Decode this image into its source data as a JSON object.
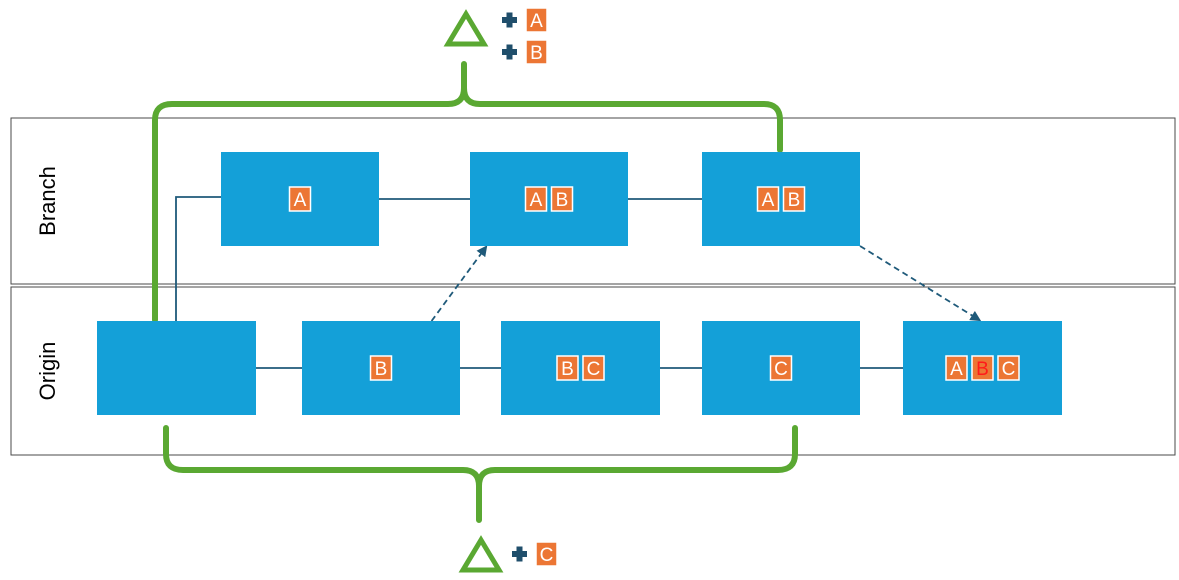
{
  "lanes": [
    {
      "id": "branch",
      "label": "Branch"
    },
    {
      "id": "origin",
      "label": "Origin"
    }
  ],
  "colors": {
    "commit_fill": "#14a0d8",
    "tag_fill": "#ec7634",
    "tag_border": "#ffffff",
    "tag_text": "#ffffff",
    "tag_text_conflict": "#ff1a1a",
    "connector": "#1f5a7a",
    "bracket": "#5aa832",
    "plus_icon": "#1f4e6b",
    "lane_border": "#4a4a4a"
  },
  "commits": [
    {
      "id": "origin-1",
      "lane": "origin",
      "tags": []
    },
    {
      "id": "origin-2",
      "lane": "origin",
      "tags": [
        {
          "text": "B"
        }
      ]
    },
    {
      "id": "origin-3",
      "lane": "origin",
      "tags": [
        {
          "text": "B"
        },
        {
          "text": "C"
        }
      ]
    },
    {
      "id": "origin-4",
      "lane": "origin",
      "tags": [
        {
          "text": "C"
        }
      ]
    },
    {
      "id": "origin-5",
      "lane": "origin",
      "tags": [
        {
          "text": "A"
        },
        {
          "text": "B",
          "conflict": true
        },
        {
          "text": "C"
        }
      ]
    },
    {
      "id": "branch-1",
      "lane": "branch",
      "tags": [
        {
          "text": "A"
        }
      ]
    },
    {
      "id": "branch-2",
      "lane": "branch",
      "tags": [
        {
          "text": "A"
        },
        {
          "text": "B"
        }
      ]
    },
    {
      "id": "branch-3",
      "lane": "branch",
      "tags": [
        {
          "text": "A"
        },
        {
          "text": "B"
        }
      ]
    }
  ],
  "connections": [
    {
      "from": "origin-1",
      "to": "origin-2",
      "style": "solid"
    },
    {
      "from": "origin-2",
      "to": "origin-3",
      "style": "solid"
    },
    {
      "from": "origin-3",
      "to": "origin-4",
      "style": "solid"
    },
    {
      "from": "origin-4",
      "to": "origin-5",
      "style": "solid"
    },
    {
      "from": "origin-1",
      "to": "branch-1",
      "style": "solid-elbow"
    },
    {
      "from": "branch-1",
      "to": "branch-2",
      "style": "solid"
    },
    {
      "from": "branch-2",
      "to": "branch-3",
      "style": "solid"
    },
    {
      "from": "origin-2",
      "to": "branch-2",
      "style": "dashed-arrow"
    },
    {
      "from": "branch-3",
      "to": "origin-5",
      "style": "dashed-arrow"
    }
  ],
  "deltas": [
    {
      "id": "branch-delta",
      "symbol": "delta",
      "changes": [
        {
          "icon": "plus-icon",
          "tag": "A"
        },
        {
          "icon": "plus-icon",
          "tag": "B"
        }
      ]
    },
    {
      "id": "origin-delta",
      "symbol": "delta",
      "changes": [
        {
          "icon": "plus-icon",
          "tag": "C"
        }
      ]
    }
  ]
}
